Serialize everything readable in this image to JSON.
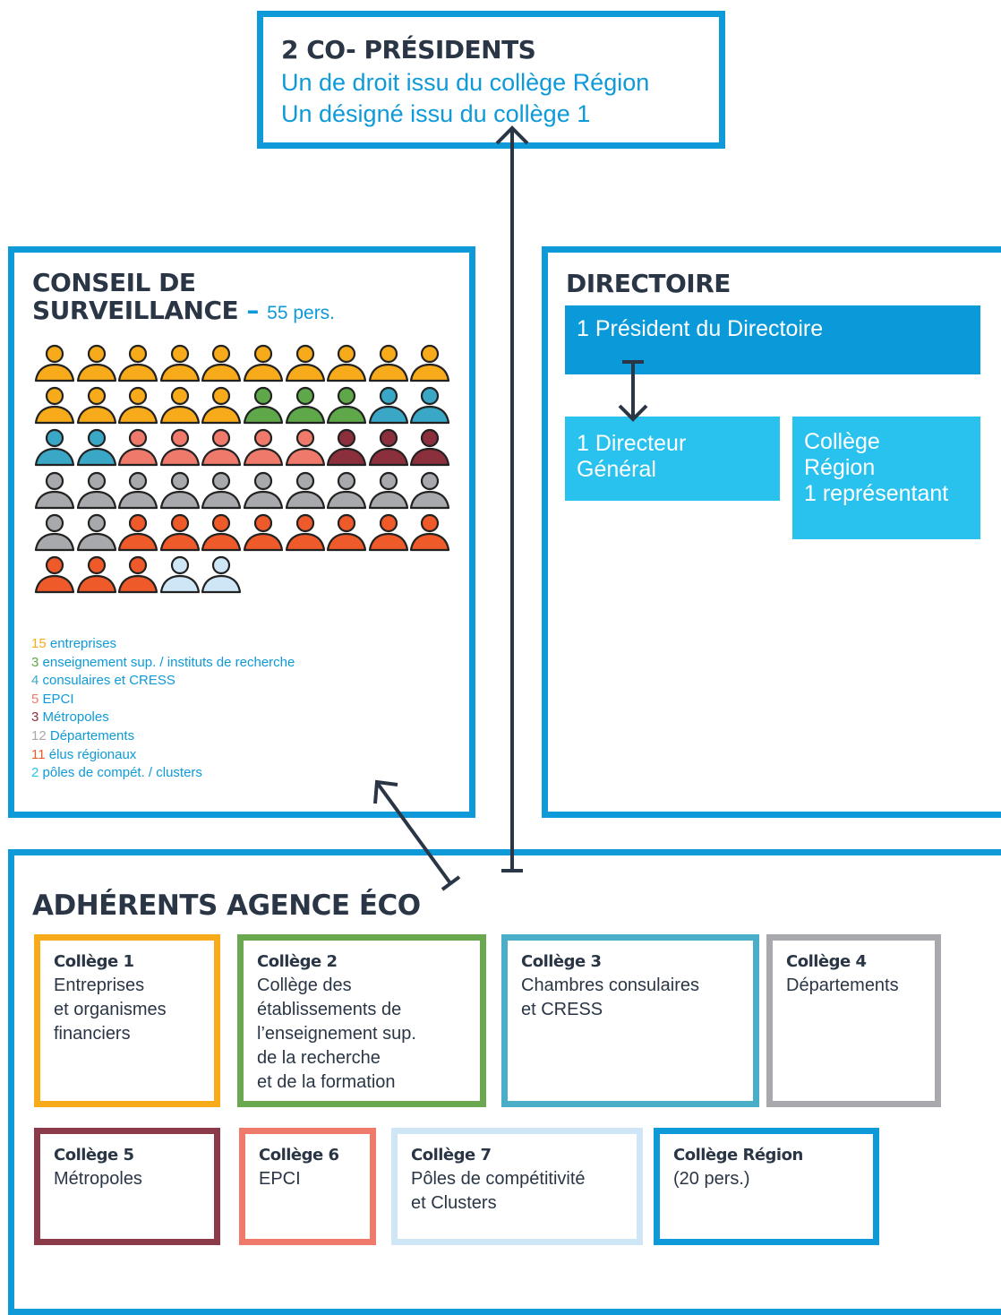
{
  "copresidents": {
    "title": "2 CO- PRÉSIDENTS",
    "line1": "Un de droit issu du collège Région",
    "line2": "Un désigné issu du collège 1"
  },
  "conseil": {
    "title_line1": "CONSEIL DE",
    "title_line2": "SURVEILLANCE",
    "dash": "–",
    "count": "55 pers.",
    "legend": [
      {
        "number": "15",
        "label": "entreprises",
        "color": "#f7ab1b",
        "label_color": "#0e9ad8"
      },
      {
        "number": "3",
        "label": "enseignement sup. / instituts de recherche",
        "color": "#5fa84a",
        "label_color": "#0e9ad8"
      },
      {
        "number": "4",
        "label": "consulaires et CRESS",
        "color": "#3aa7c6",
        "label_color": "#0e9ad8"
      },
      {
        "number": "5",
        "label": "EPCI",
        "color": "#ef7a6c",
        "label_color": "#0e9ad8"
      },
      {
        "number": "3",
        "label": "Métropoles",
        "color": "#8b2f3c",
        "label_color": "#0e9ad8"
      },
      {
        "number": "12",
        "label": "Départements",
        "color": "#a7a9ac",
        "label_color": "#0e9ad8"
      },
      {
        "number": "11",
        "label": "élus régionaux",
        "color": "#ef5a2a",
        "label_color": "#0e9ad8"
      },
      {
        "number": "2",
        "label": "pôles de compét. / clusters",
        "color": "#29c2ef",
        "label_color": "#0e9ad8"
      }
    ],
    "people_colors": [
      "#f7ab1b",
      "#f7ab1b",
      "#f7ab1b",
      "#f7ab1b",
      "#f7ab1b",
      "#f7ab1b",
      "#f7ab1b",
      "#f7ab1b",
      "#f7ab1b",
      "#f7ab1b",
      "#f7ab1b",
      "#f7ab1b",
      "#f7ab1b",
      "#f7ab1b",
      "#f7ab1b",
      "#5fa84a",
      "#5fa84a",
      "#5fa84a",
      "#3aa7c6",
      "#3aa7c6",
      "#3aa7c6",
      "#3aa7c6",
      "#ef7a6c",
      "#ef7a6c",
      "#ef7a6c",
      "#ef7a6c",
      "#ef7a6c",
      "#8b2f3c",
      "#8b2f3c",
      "#8b2f3c",
      "#a7a9ac",
      "#a7a9ac",
      "#a7a9ac",
      "#a7a9ac",
      "#a7a9ac",
      "#a7a9ac",
      "#a7a9ac",
      "#a7a9ac",
      "#a7a9ac",
      "#a7a9ac",
      "#a7a9ac",
      "#a7a9ac",
      "#ef5a2a",
      "#ef5a2a",
      "#ef5a2a",
      "#ef5a2a",
      "#ef5a2a",
      "#ef5a2a",
      "#ef5a2a",
      "#ef5a2a",
      "#ef5a2a",
      "#ef5a2a",
      "#ef5a2a",
      "#cfe6f7",
      "#cfe6f7"
    ]
  },
  "directoire": {
    "title": "DIRECTOIRE",
    "president": "1 Président du Directoire",
    "directeur": "1 Directeur Général",
    "college_region": "Collège Région",
    "college_region_rep": "1 représentant"
  },
  "adherents": {
    "title": "ADHÉRENTS AGENCE ÉCO",
    "colleges": [
      {
        "title": "Collège 1",
        "desc": "Entreprises\net organismes\nfinanciers",
        "color": "#f7ab1b"
      },
      {
        "title": "Collège 2",
        "desc": "Collège des\nétablissements de\nl’enseignement sup.\nde la recherche\net de la formation",
        "color": "#6aa84f"
      },
      {
        "title": "Collège 3",
        "desc": "Chambres consulaires\net CRESS",
        "color": "#4aaec9"
      },
      {
        "title": "Collège 4",
        "desc": "Départements",
        "color": "#a7a9ac"
      },
      {
        "title": "Collège 5",
        "desc": "Métropoles",
        "color": "#8b3a4a"
      },
      {
        "title": "Collège 6",
        "desc": "EPCI",
        "color": "#ef7a6c"
      },
      {
        "title": "Collège 7",
        "desc": "Pôles de compétitivité\net Clusters",
        "color": "#cfe6f7"
      },
      {
        "title": "Collège  Région",
        "desc": "(20 pers.)",
        "color": "#0e9ad8"
      }
    ]
  },
  "colors": {
    "accent": "#0e9ad8",
    "dark": "#2a3645",
    "light_blue": "#29c2ef"
  }
}
